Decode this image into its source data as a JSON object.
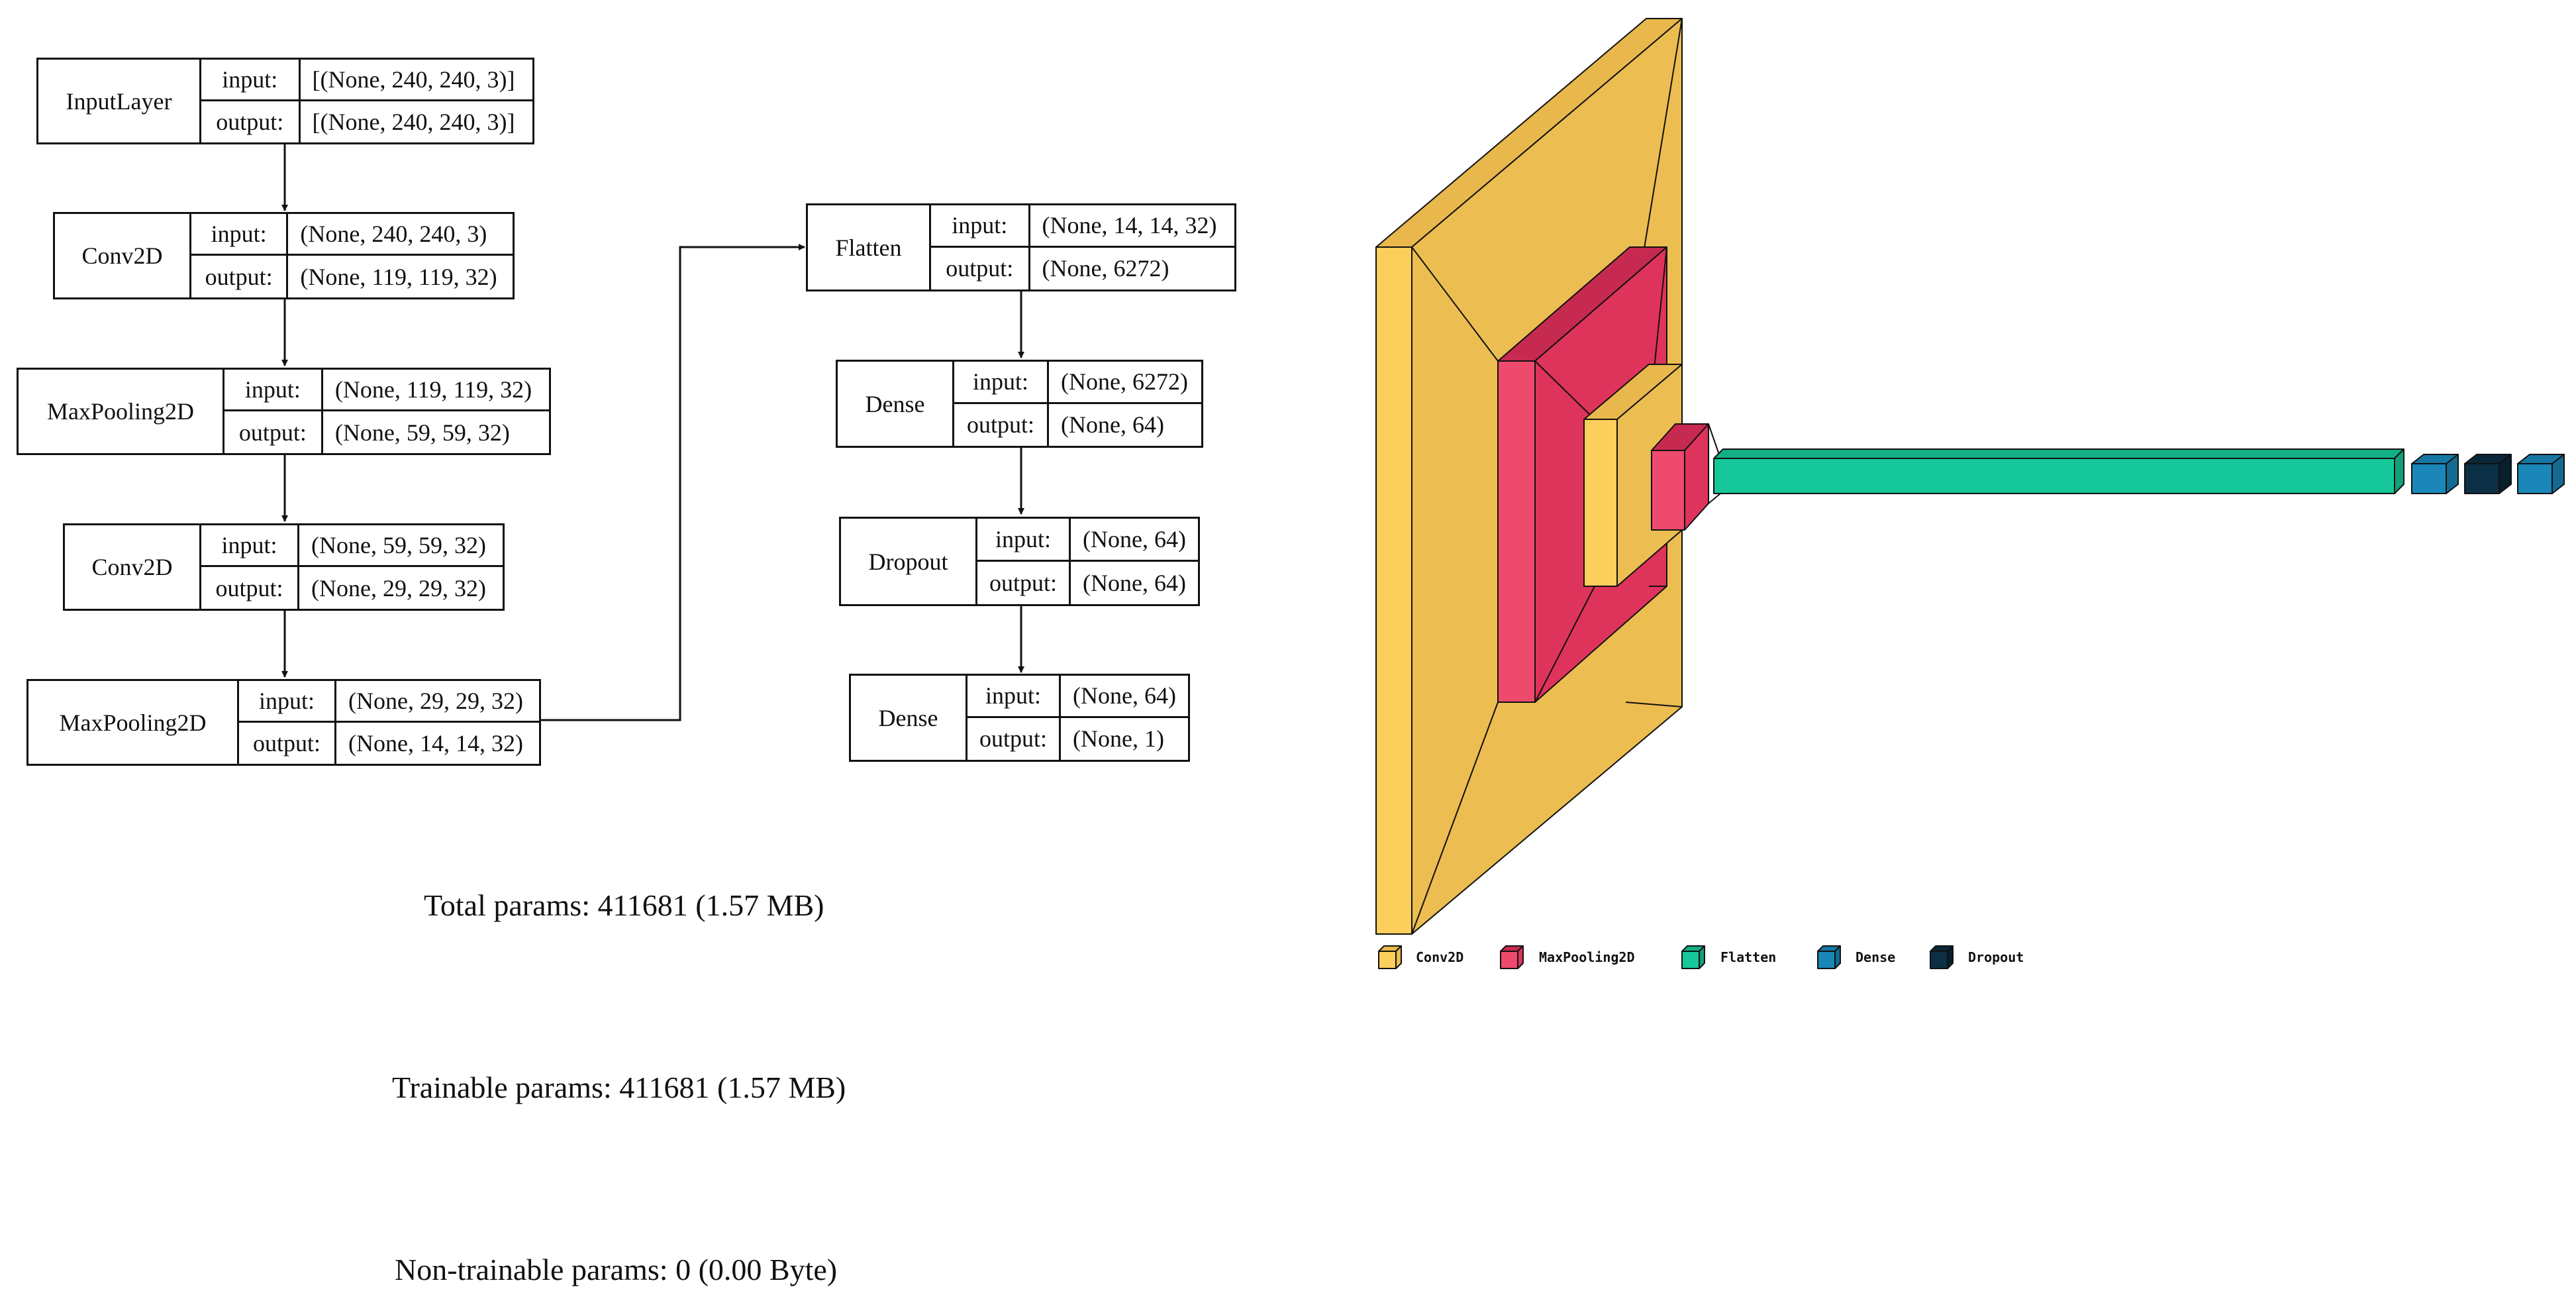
{
  "model_plot": {
    "io_labels": {
      "input": "input:",
      "output": "output:"
    },
    "layers": [
      {
        "id": "input_layer",
        "name": "InputLayer",
        "input": "[(None, 240, 240, 3)]",
        "output": "[(None, 240, 240, 3)]"
      },
      {
        "id": "conv2d_1",
        "name": "Conv2D",
        "input": "(None, 240, 240, 3)",
        "output": "(None, 119, 119, 32)"
      },
      {
        "id": "maxpool_1",
        "name": "MaxPooling2D",
        "input": "(None, 119, 119, 32)",
        "output": "(None, 59, 59, 32)"
      },
      {
        "id": "conv2d_2",
        "name": "Conv2D",
        "input": "(None, 59, 59, 32)",
        "output": "(None, 29, 29, 32)"
      },
      {
        "id": "maxpool_2",
        "name": "MaxPooling2D",
        "input": "(None, 29, 29, 32)",
        "output": "(None, 14, 14, 32)"
      },
      {
        "id": "flatten",
        "name": "Flatten",
        "input": "(None, 14, 14, 32)",
        "output": "(None, 6272)"
      },
      {
        "id": "dense_1",
        "name": "Dense",
        "input": "(None, 6272)",
        "output": "(None, 64)"
      },
      {
        "id": "dropout",
        "name": "Dropout",
        "input": "(None, 64)",
        "output": "(None, 64)"
      },
      {
        "id": "dense_2",
        "name": "Dense",
        "input": "(None, 64)",
        "output": "(None, 1)"
      }
    ]
  },
  "summary": {
    "total": "Total params: 411681 (1.57 MB)",
    "trainable": "Trainable params: 411681 (1.57 MB)",
    "non_trainable": "Non-trainable params: 0 (0.00 Byte)"
  },
  "visualkeras": {
    "colors": {
      "Conv2D": "#ecbd50",
      "MaxPooling2D": "#de335b",
      "Flatten": "#16c899",
      "Dense": "#1a87b8",
      "Dropout": "#0b2f44"
    },
    "legend": [
      "Conv2D",
      "MaxPooling2D",
      "Flatten",
      "Dense",
      "Dropout"
    ]
  }
}
